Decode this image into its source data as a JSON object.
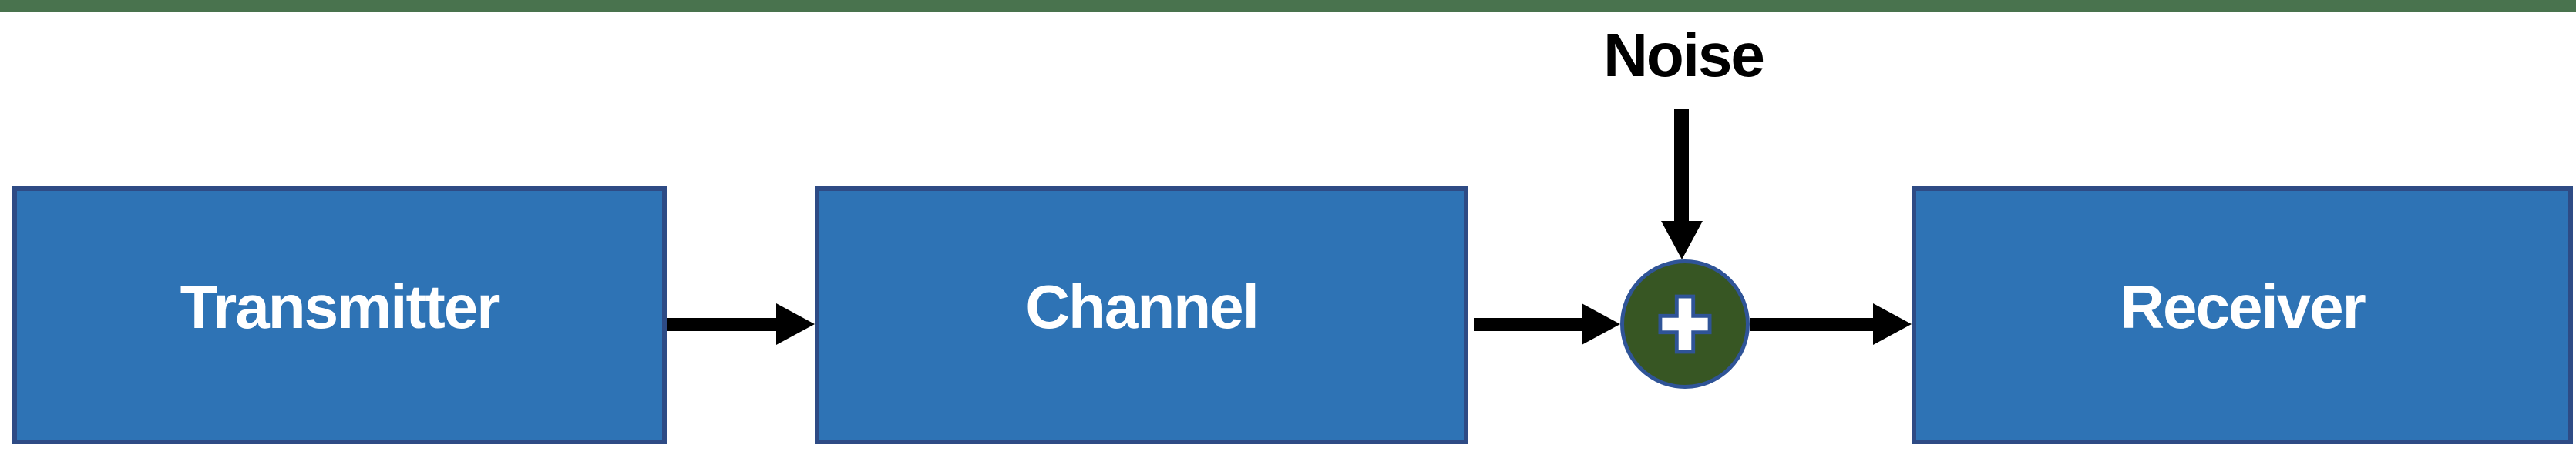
{
  "page": {
    "top_bar_color": "#49734E",
    "background": "#FFFFFF"
  },
  "diagram": {
    "blocks": [
      {
        "label": "Transmitter"
      },
      {
        "label": "Channel"
      },
      {
        "label": "Receiver"
      }
    ],
    "noise": {
      "label": "Noise"
    },
    "adder": {
      "symbol": "+"
    },
    "colors": {
      "top_bar": "#49734E",
      "block_fill": "#2E73B5",
      "block_border": "#2E4B85",
      "adder_fill": "#375623",
      "adder_border": "#2F5497",
      "arrow": "#000000",
      "block_text": "#FFFFFF",
      "noise_text": "#000000"
    }
  }
}
